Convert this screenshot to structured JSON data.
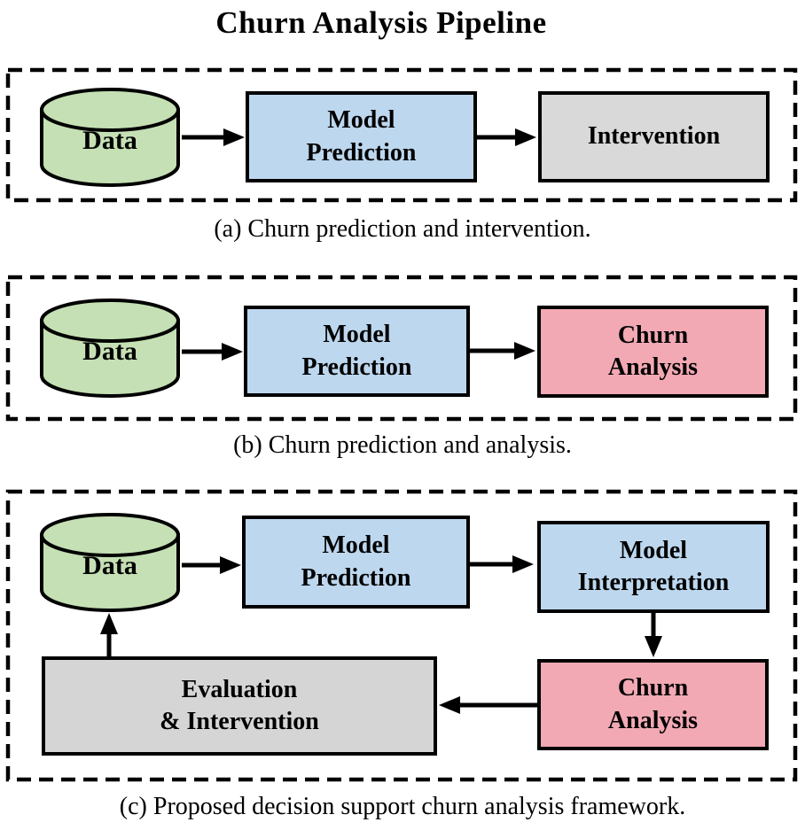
{
  "title": "Churn Analysis Pipeline",
  "palette": {
    "data_green": "#c5e0b4",
    "process_blue": "#bdd7ee",
    "analysis_pink": "#f2a9b4",
    "intervention_gray": "#d9d9d9",
    "evaluation_gray": "#d5d5d5",
    "line_black": "#000000"
  },
  "panel_a": {
    "caption": "(a) Churn prediction and intervention.",
    "data_label": "Data",
    "model_prediction": "Model\nPrediction",
    "intervention": "Intervention"
  },
  "panel_b": {
    "caption": "(b) Churn prediction and analysis.",
    "data_label": "Data",
    "model_prediction": "Model\nPrediction",
    "churn_analysis": "Churn\nAnalysis"
  },
  "panel_c": {
    "caption": "(c) Proposed decision support churn analysis framework.",
    "data_label": "Data",
    "model_prediction": "Model\nPrediction",
    "model_interpretation": "Model\nInterpretation",
    "churn_analysis": "Churn\nAnalysis",
    "evaluation_intervention": "Evaluation\n& Intervention"
  }
}
